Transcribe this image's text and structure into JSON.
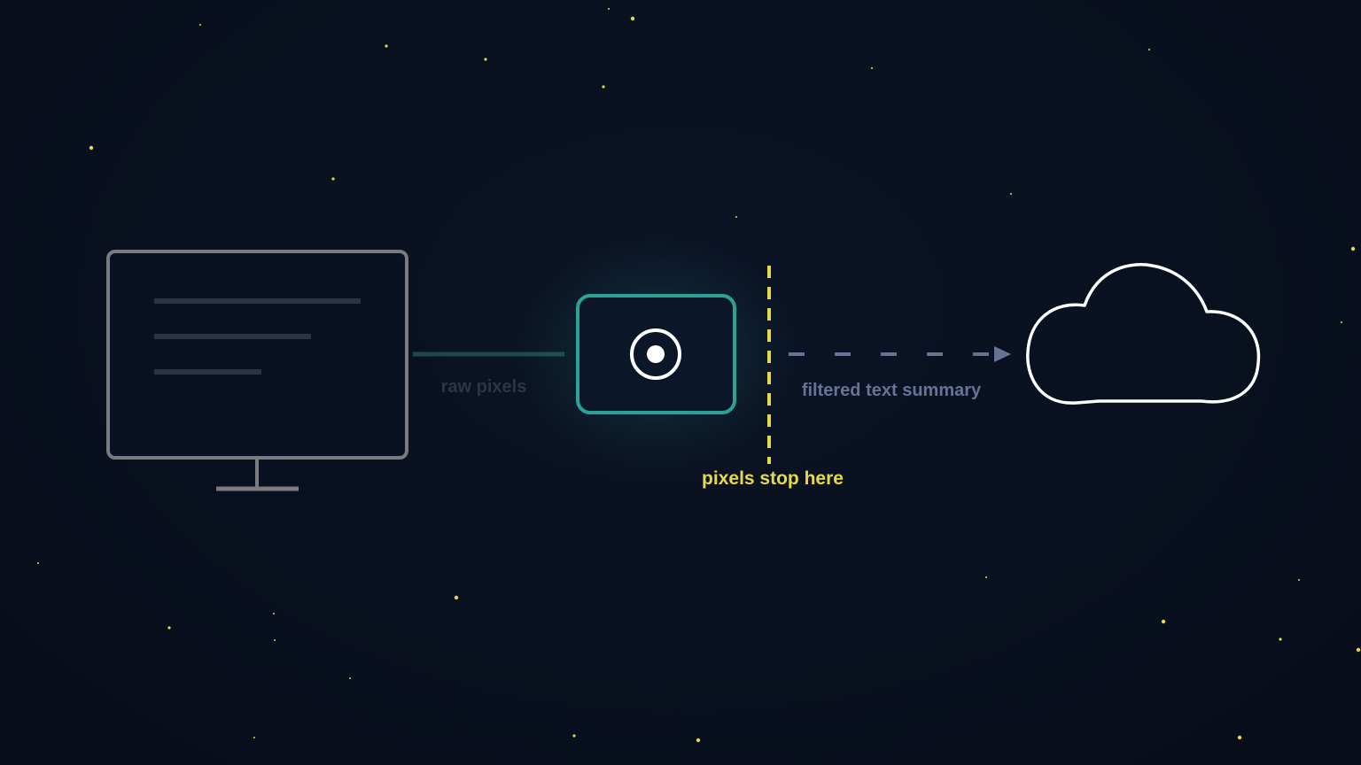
{
  "labels": {
    "raw": "raw pixels",
    "boundary": "pixels stop here",
    "filtered": "filtered text summary"
  },
  "colors": {
    "monitor": "#7a7a7f",
    "screen_line": "#2c3444",
    "raw_line": "#1d4a49",
    "raw_text": "#2a3545",
    "camera": "#2aa396",
    "boundary": "#e6d94a",
    "filtered": "#667394",
    "cloud": "#ffffff",
    "star": "#e6d94a"
  },
  "icons": {
    "monitor": "monitor-icon",
    "camera": "camera-icon",
    "cloud": "cloud-icon"
  }
}
